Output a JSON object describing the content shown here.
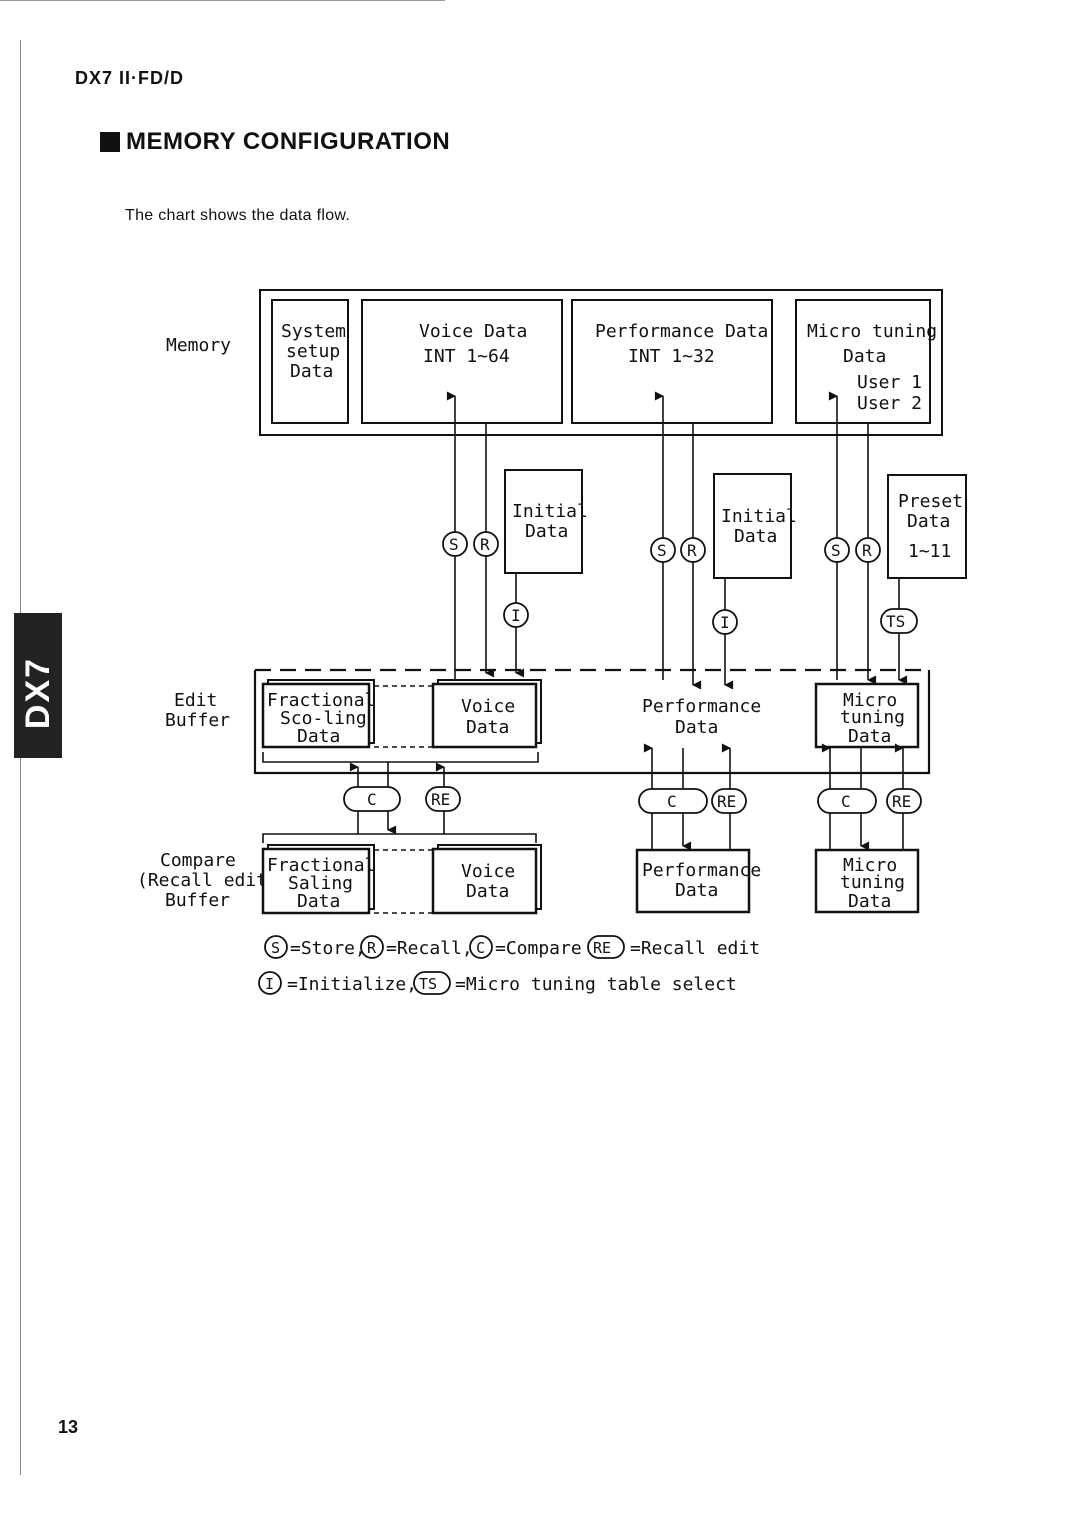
{
  "header": {
    "model": "DX7 II·FD/D",
    "title": "MEMORY CONFIGURATION",
    "intro": "The chart shows the data flow."
  },
  "side_tab": {
    "text": "DX7"
  },
  "page_number": "13",
  "row_labels": {
    "memory": "Memory",
    "edit": [
      "Edit",
      "Buffer"
    ],
    "compare": [
      "Compare",
      "(Recall edit)",
      "Buffer"
    ]
  },
  "memory_boxes": {
    "system": [
      "System",
      "setup",
      "Data"
    ],
    "voice": [
      "Voice Data",
      "INT 1~64"
    ],
    "performance": [
      "Performance Data",
      "INT 1~32"
    ],
    "micro": [
      "Micro tuning",
      "Data",
      "User 1",
      "User 2"
    ]
  },
  "initial_boxes": {
    "voice_initial": [
      "Initial",
      "Data"
    ],
    "performance_initial": [
      "Initial",
      "Data"
    ],
    "preset": [
      "Preset",
      "Data",
      "1~11"
    ]
  },
  "edit_boxes": {
    "fractional": [
      "Fractional",
      "Sco-ling",
      "Data"
    ],
    "voice": [
      "Voice",
      "Data"
    ],
    "performance": [
      "Performance",
      "Data"
    ],
    "micro": [
      "Micro",
      "tuning",
      "Data"
    ]
  },
  "compare_boxes": {
    "fractional": [
      "Fractional",
      "Saling",
      "Data"
    ],
    "voice": [
      "Voice",
      "Data"
    ],
    "performance": [
      "Performance",
      "Data"
    ],
    "micro": [
      "Micro",
      "tuning",
      "Data"
    ]
  },
  "symbols": {
    "store": "S",
    "recall": "R",
    "compare": "C",
    "recall_edit": "RE",
    "initialize": "I",
    "table_select": "TS"
  },
  "legend": {
    "line1": [
      "=Store,",
      "=Recall,",
      "=Compare",
      "=Recall edit"
    ],
    "line2": [
      "=Initialize,",
      "=Micro tuning table select"
    ]
  }
}
